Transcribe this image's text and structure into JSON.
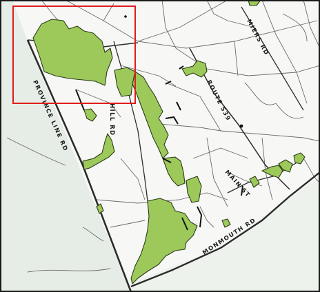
{
  "map": {
    "colors": {
      "background_left": "#e6ece6",
      "background_main": "#f7f8f5",
      "open_space": "#9cc95a",
      "open_space_edge": "#2c3a1a",
      "road": "#5a5a5a",
      "highlight_box": "#e01b1b",
      "border": "#1a1a1a"
    },
    "road_labels": {
      "province_line": "PROVINCE LINE RD",
      "hill": "HILL RD",
      "route_539": "ROUTE 539",
      "miers": "MIERS RD",
      "main_st": "MAIN ST",
      "monmouth": "MONMOUTH RD"
    },
    "legend_items": [],
    "highlight_box": {
      "description_shown": false
    }
  }
}
